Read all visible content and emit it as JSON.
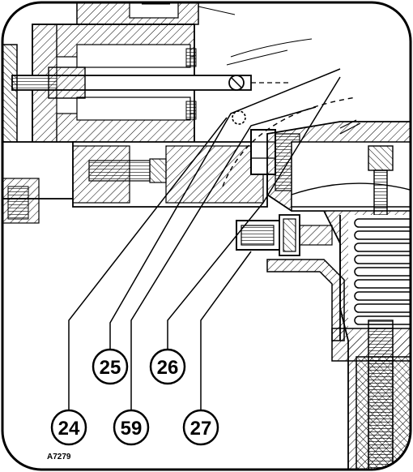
{
  "figure": {
    "id_label": "A7279"
  },
  "callouts": [
    {
      "id": "c25",
      "number": "25"
    },
    {
      "id": "c26",
      "number": "26"
    },
    {
      "id": "c24",
      "number": "24"
    },
    {
      "id": "c59",
      "number": "59"
    },
    {
      "id": "c27",
      "number": "27"
    }
  ],
  "colors": {
    "line": "#000000",
    "background": "#ffffff"
  }
}
